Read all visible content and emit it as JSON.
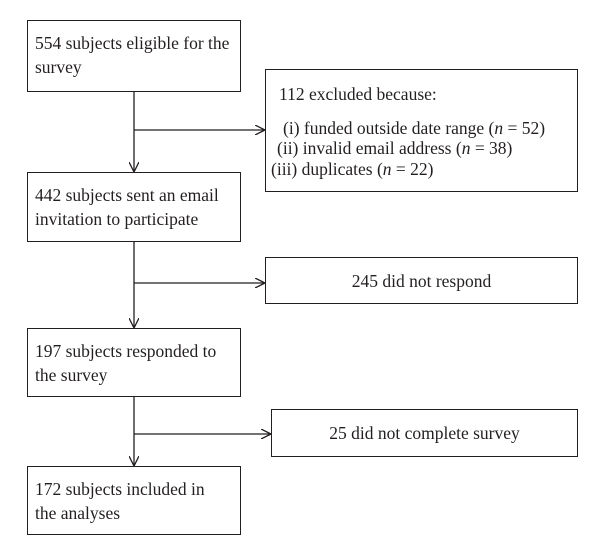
{
  "flow": {
    "step1": {
      "line1": "554 subjects eligible for the",
      "line2": "survey"
    },
    "excluded": {
      "title": "112 excluded because:",
      "reasons": [
        {
          "num": "(i)",
          "text": "funded outside date range (",
          "n_symbol": "n",
          "value": " = 52)"
        },
        {
          "num": "(ii)",
          "text": "invalid email address (",
          "n_symbol": "n",
          "value": " = 38)"
        },
        {
          "num": "(iii)",
          "text": "duplicates (",
          "n_symbol": "n",
          "value": " = 22)"
        }
      ]
    },
    "step2": {
      "line1": "442 subjects sent an email",
      "line2": "invitation to participate"
    },
    "no_response": {
      "text": "245 did not respond"
    },
    "step3": {
      "line1": "197 subjects responded to",
      "line2": "the survey"
    },
    "incomplete": {
      "text": "25 did not complete survey"
    },
    "step4": {
      "line1": "172 subjects included in",
      "line2": "the analyses"
    }
  }
}
